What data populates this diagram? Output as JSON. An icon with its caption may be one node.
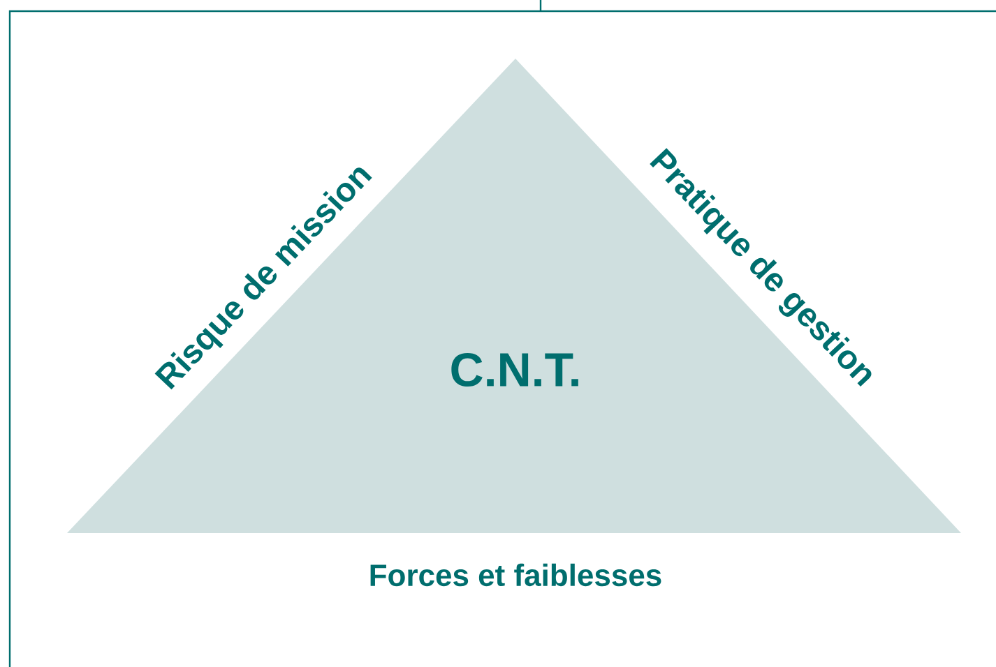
{
  "diagram": {
    "nodes": [
      {
        "text": [
          "C.N.T."
        ],
        "beside": [
          "Risque de mission",
          "Pratique de gestion",
          "Forces et faiblesses"
        ]
      }
    ]
  }
}
